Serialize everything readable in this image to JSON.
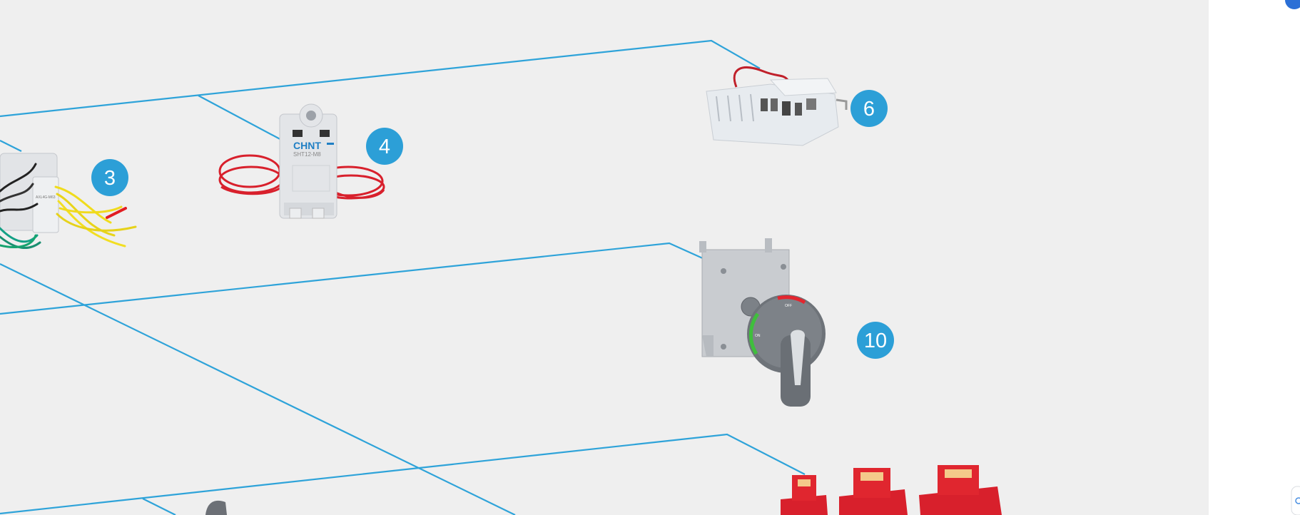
{
  "diagram": {
    "callouts": [
      {
        "id": "3",
        "label": "3"
      },
      {
        "id": "4",
        "label": "4"
      },
      {
        "id": "6",
        "label": "6"
      },
      {
        "id": "10",
        "label": "10"
      }
    ],
    "products": {
      "shunt_brand": "CHNT",
      "shunt_model": "SHT12-M8",
      "aux_text": "AXL4G-M63",
      "handle_label_off": "OFF",
      "handle_label_on": "ON"
    },
    "colors": {
      "background": "#efefef",
      "leader_line": "#2ea3d9",
      "callout_fill": "#2c9fd7",
      "accent_red": "#d8202c",
      "accent_blue": "#1f7fc4"
    }
  },
  "icons": {
    "top_right": "info-badge-icon",
    "bottom_right": "chat-icon"
  }
}
